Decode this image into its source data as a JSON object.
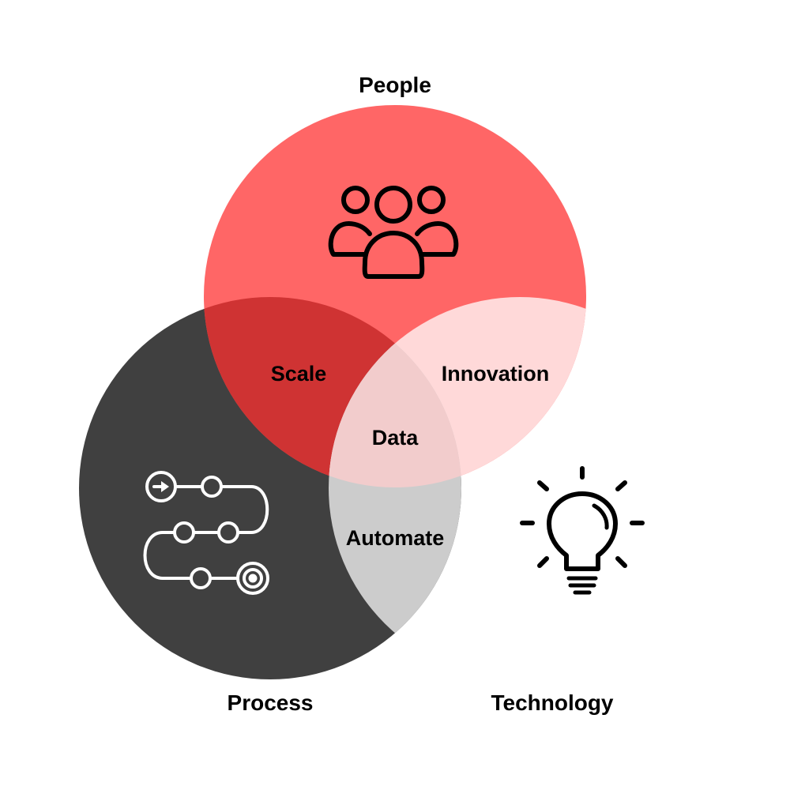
{
  "diagram": {
    "sets": {
      "people": {
        "label": "People",
        "color": "#ff6666",
        "icon": "people-group-icon"
      },
      "process": {
        "label": "Process",
        "color": "#404040",
        "icon": "process-flow-icon"
      },
      "technology": {
        "label": "Technology",
        "color": "#ffffff",
        "icon": "lightbulb-icon"
      }
    },
    "intersections": {
      "people_process": {
        "label": "Scale",
        "color": "#cf3333"
      },
      "people_technology": {
        "label": "Innovation",
        "color": "#ffd9d9"
      },
      "process_technology": {
        "label": "Automate",
        "color": "#cccccc"
      },
      "all": {
        "label": "Data",
        "color": "#f2cccc"
      }
    }
  }
}
